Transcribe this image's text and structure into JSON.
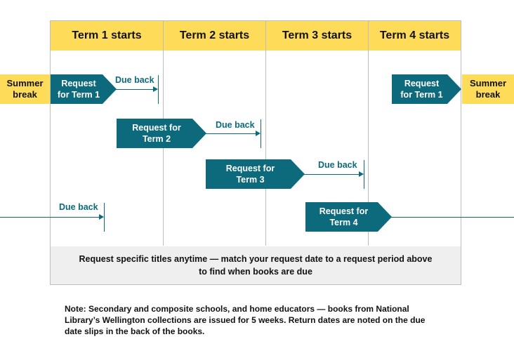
{
  "terms": [
    "Term 1 starts",
    "Term 2 starts",
    "Term 3 starts",
    "Term 4 starts"
  ],
  "side_left": [
    "Summer",
    "break"
  ],
  "side_right": [
    "Summer",
    "break"
  ],
  "requests": {
    "term1_left": [
      "Request",
      "for Term 1"
    ],
    "term2": [
      "Request for",
      "Term 2"
    ],
    "term3": [
      "Request for",
      "Term 3"
    ],
    "term4": [
      "Request for",
      "Term 4"
    ],
    "term1_right": [
      "Request",
      "for Term 1"
    ]
  },
  "due_back_label": "Due back",
  "footer": {
    "line1": "Request specific titles anytime — match your request date to a request period above",
    "line2": "to find when books are due"
  },
  "note": {
    "line1": "Note: Secondary and composite schools, and home educators — books from National",
    "line2": "Library’s Wellington collections are issued for 5 weeks. Return dates are noted on the due",
    "line3": "date slips in the back of the books."
  },
  "colors": {
    "accent": "#0d6a7c",
    "header": "#fedc5a",
    "footer_bg": "#efefef",
    "grid": "#bdbdbd"
  }
}
